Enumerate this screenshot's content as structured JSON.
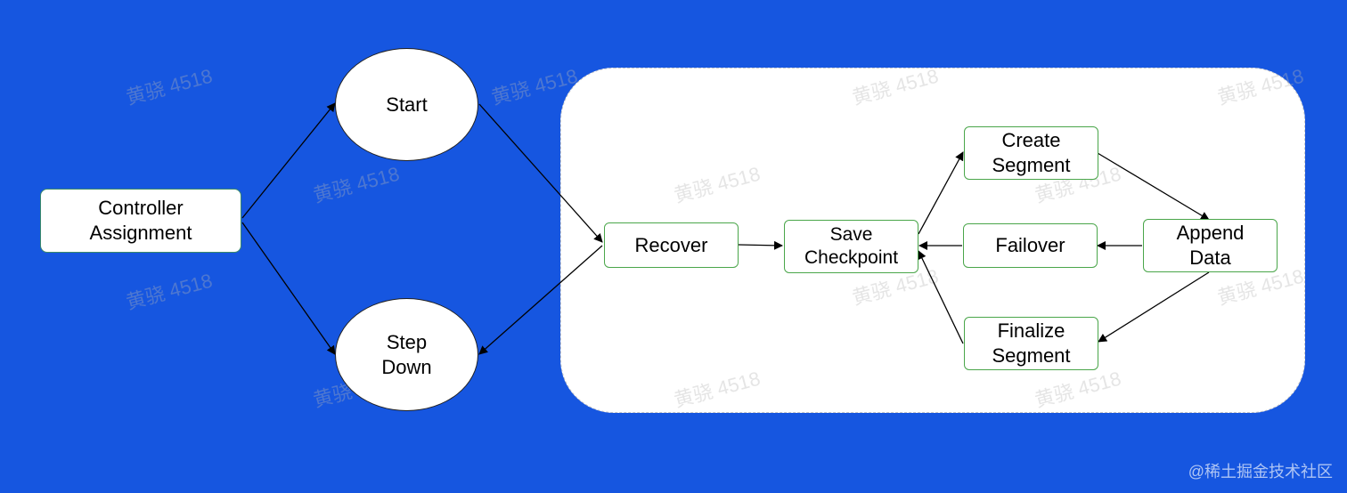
{
  "nodes": {
    "controller_assignment": "Controller\nAssignment",
    "start": "Start",
    "step_down": "Step\nDown",
    "recover": "Recover",
    "save_checkpoint": "Save\nCheckpoint",
    "failover": "Failover",
    "create_segment": "Create\nSegment",
    "append_data": "Append\nData",
    "finalize_segment": "Finalize\nSegment"
  },
  "edges": [
    {
      "from": "controller_assignment",
      "to": "start"
    },
    {
      "from": "controller_assignment",
      "to": "step_down"
    },
    {
      "from": "start",
      "to": "recover"
    },
    {
      "from": "recover",
      "to": "step_down"
    },
    {
      "from": "recover",
      "to": "save_checkpoint"
    },
    {
      "from": "save_checkpoint",
      "to": "create_segment"
    },
    {
      "from": "create_segment",
      "to": "append_data"
    },
    {
      "from": "append_data",
      "to": "failover"
    },
    {
      "from": "failover",
      "to": "save_checkpoint"
    },
    {
      "from": "append_data",
      "to": "finalize_segment"
    },
    {
      "from": "finalize_segment",
      "to": "save_checkpoint"
    }
  ],
  "watermark": "黄骁 4518",
  "credit": "@稀土掘金技术社区",
  "colors": {
    "background": "#1656e0",
    "panel": "#ffffff",
    "node_border_green": "#4aa64a",
    "arrow": "#000000"
  }
}
